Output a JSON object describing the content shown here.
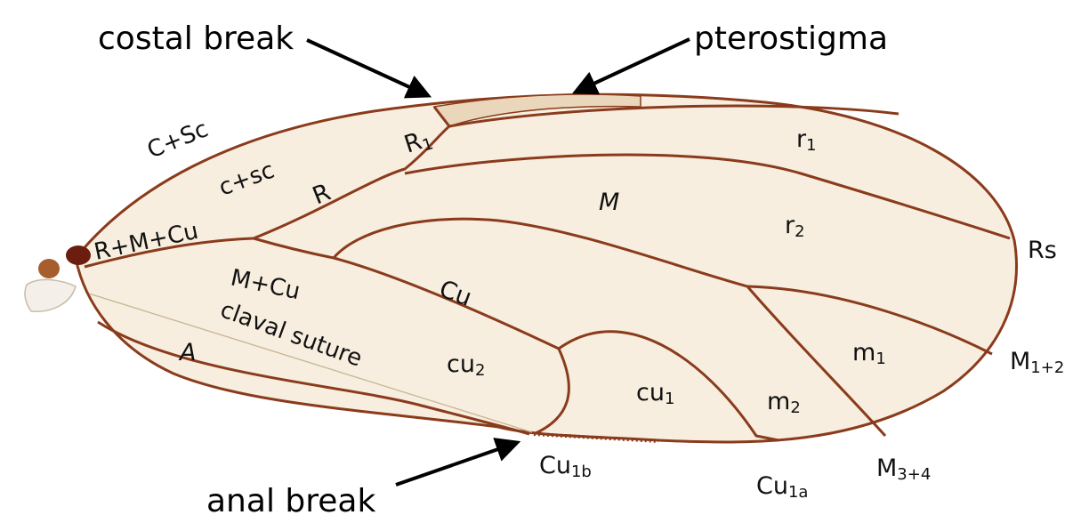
{
  "colors": {
    "background": "#ffffff",
    "membrane": "#f7eedf",
    "vein": "#8a3b1c",
    "pterostigma": "#ead7bb",
    "arrow": "#000000"
  },
  "callouts": {
    "costal_break": "costal break",
    "pterostigma": "pterostigma",
    "anal_break": "anal break"
  },
  "veins": {
    "c_sc": "C+Sc",
    "r": "R",
    "r1": "R",
    "r1_sub": "1",
    "r_m_cu": "R+M+Cu",
    "m_cu": "M+Cu",
    "m": "M",
    "cu": "Cu",
    "a": "A",
    "rs": "Rs",
    "m12": "M",
    "m12_sub": "1+2",
    "m34": "M",
    "m34_sub": "3+4",
    "cu1a": "Cu",
    "cu1a_sub": "1a",
    "cu1b": "Cu",
    "cu1b_sub": "1b",
    "claval_suture": "claval suture"
  },
  "cells": {
    "c_sc": "c+sc",
    "r1": "r",
    "r1_sub": "1",
    "r2": "r",
    "r2_sub": "2",
    "m1": "m",
    "m1_sub": "1",
    "m2": "m",
    "m2_sub": "2",
    "cu1": "cu",
    "cu1_sub": "1",
    "cu2": "cu",
    "cu2_sub": "2"
  }
}
